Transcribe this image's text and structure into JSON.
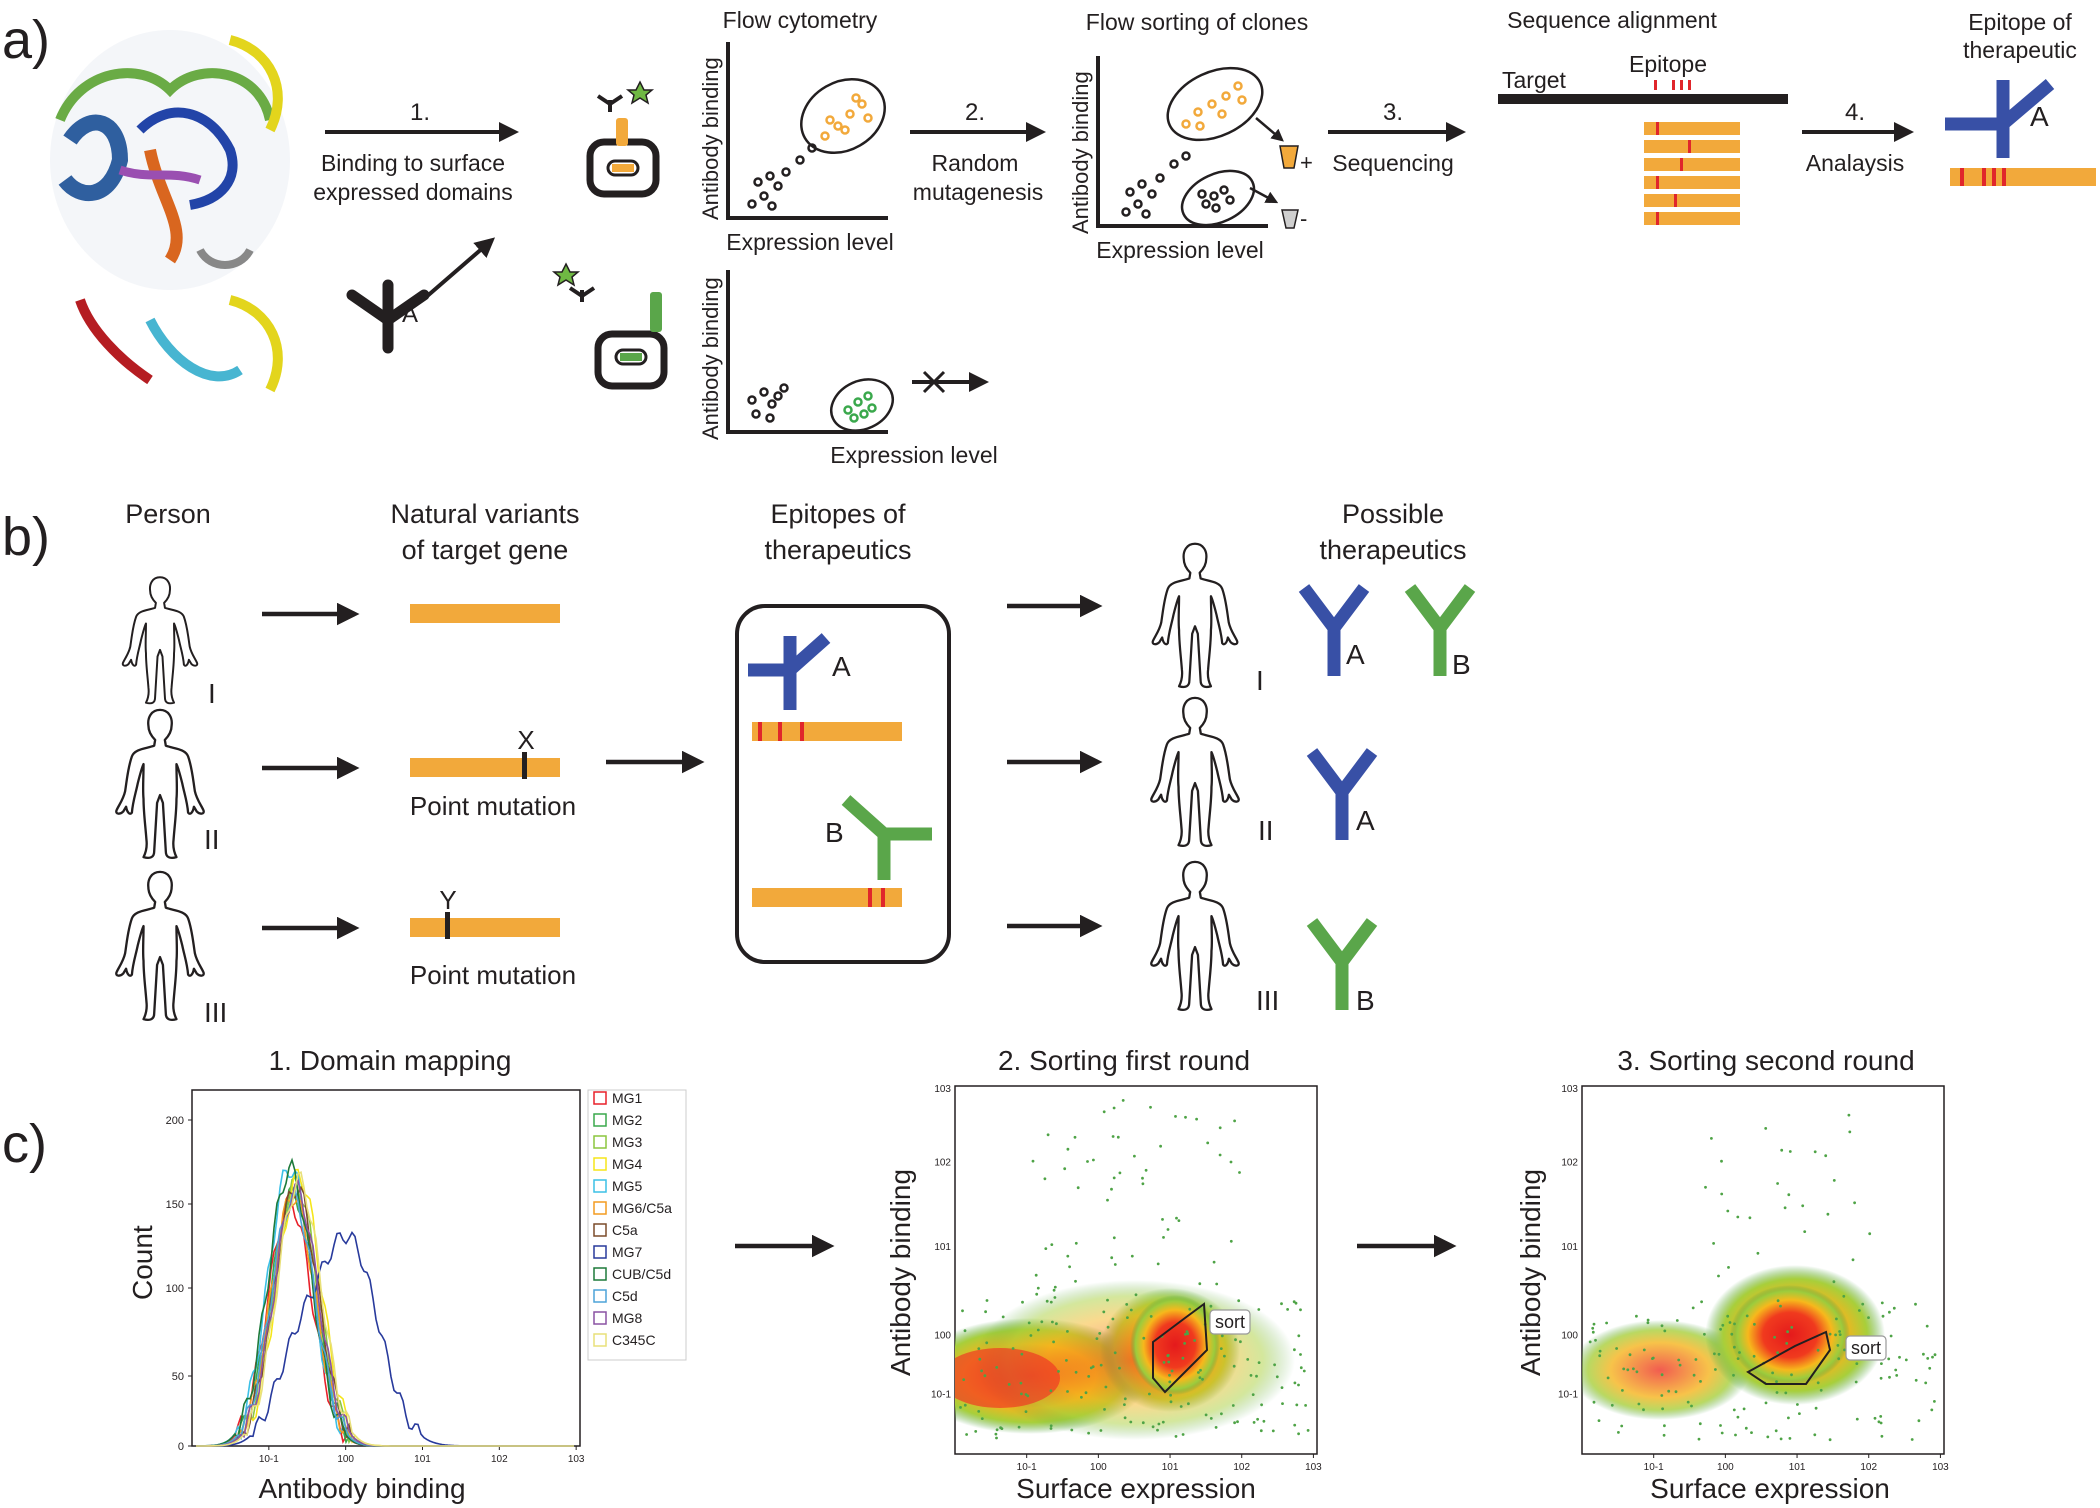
{
  "colors": {
    "gene": "#f2a93b",
    "mutation": "#e0262b",
    "antibody_a": "#3850a6",
    "antibody_b": "#5aa64a",
    "ink": "#231f20",
    "gate_gray": "#999999"
  },
  "panel_a": {
    "label": "a)",
    "step1_num": "1.",
    "step1_text": [
      "Binding to surface",
      "expressed domains"
    ],
    "antibody_label": "A",
    "step2_num": "2.",
    "step2_text": [
      "Random",
      "mutagenesis"
    ],
    "step3_num": "3.",
    "step3_text": "Sequencing",
    "step4_num": "4.",
    "step4_text": "Analaysis",
    "flow_title": "Flow cytometry",
    "sort_title": "Flow sorting of clones",
    "align_title": "Sequence alignment",
    "epitope_title": [
      "Epitope of",
      "therapeutic"
    ],
    "xlabel": "Expression level",
    "ylabel": "Antibody binding",
    "target_label": "Target",
    "epitope_label": "Epitope",
    "plus": "+",
    "minus": "-",
    "result_antibody": "A"
  },
  "panel_b": {
    "label": "b)",
    "col_person": "Person",
    "col_variants": [
      "Natural variants",
      "of target gene"
    ],
    "col_epitopes": [
      "Epitopes of",
      "therapeutics"
    ],
    "col_therapeutics": [
      "Possible",
      "therapeutics"
    ],
    "persons": [
      "I",
      "II",
      "III"
    ],
    "mutation_x": "X",
    "mutation_y": "Y",
    "point_mutation": "Point mutation",
    "antibody_a": "A",
    "antibody_b": "B"
  },
  "panel_c": {
    "label": "c)",
    "hist_title": "1. Domain mapping",
    "hist_xlabel": "Antibody binding",
    "hist_ylabel": "Count",
    "hist_yticks": [
      "0",
      "50",
      "100",
      "150",
      "200"
    ],
    "log_ticks": [
      "10-1",
      "100",
      "101",
      "102",
      "103"
    ],
    "legend": [
      {
        "name": "MG1",
        "color": "#e8202a"
      },
      {
        "name": "MG2",
        "color": "#3aa84c"
      },
      {
        "name": "MG3",
        "color": "#8cc63f"
      },
      {
        "name": "MG4",
        "color": "#f5e61a"
      },
      {
        "name": "MG5",
        "color": "#3cc0e6"
      },
      {
        "name": "MG6/C5a",
        "color": "#f39c21"
      },
      {
        "name": "C5a",
        "color": "#7b4b2a"
      },
      {
        "name": "MG7",
        "color": "#283a9c"
      },
      {
        "name": "CUB/C5d",
        "color": "#1d7a3a"
      },
      {
        "name": "C5d",
        "color": "#4da3d8"
      },
      {
        "name": "MG8",
        "color": "#8a52a3"
      },
      {
        "name": "C345C",
        "color": "#e8e07a"
      }
    ],
    "sort1_title": "2. Sorting first round",
    "sort2_title": "3. Sorting second round",
    "scatter_xlabel": "Surface expression",
    "scatter_ylabel": "Antibody binding",
    "gate_label": "sort"
  }
}
